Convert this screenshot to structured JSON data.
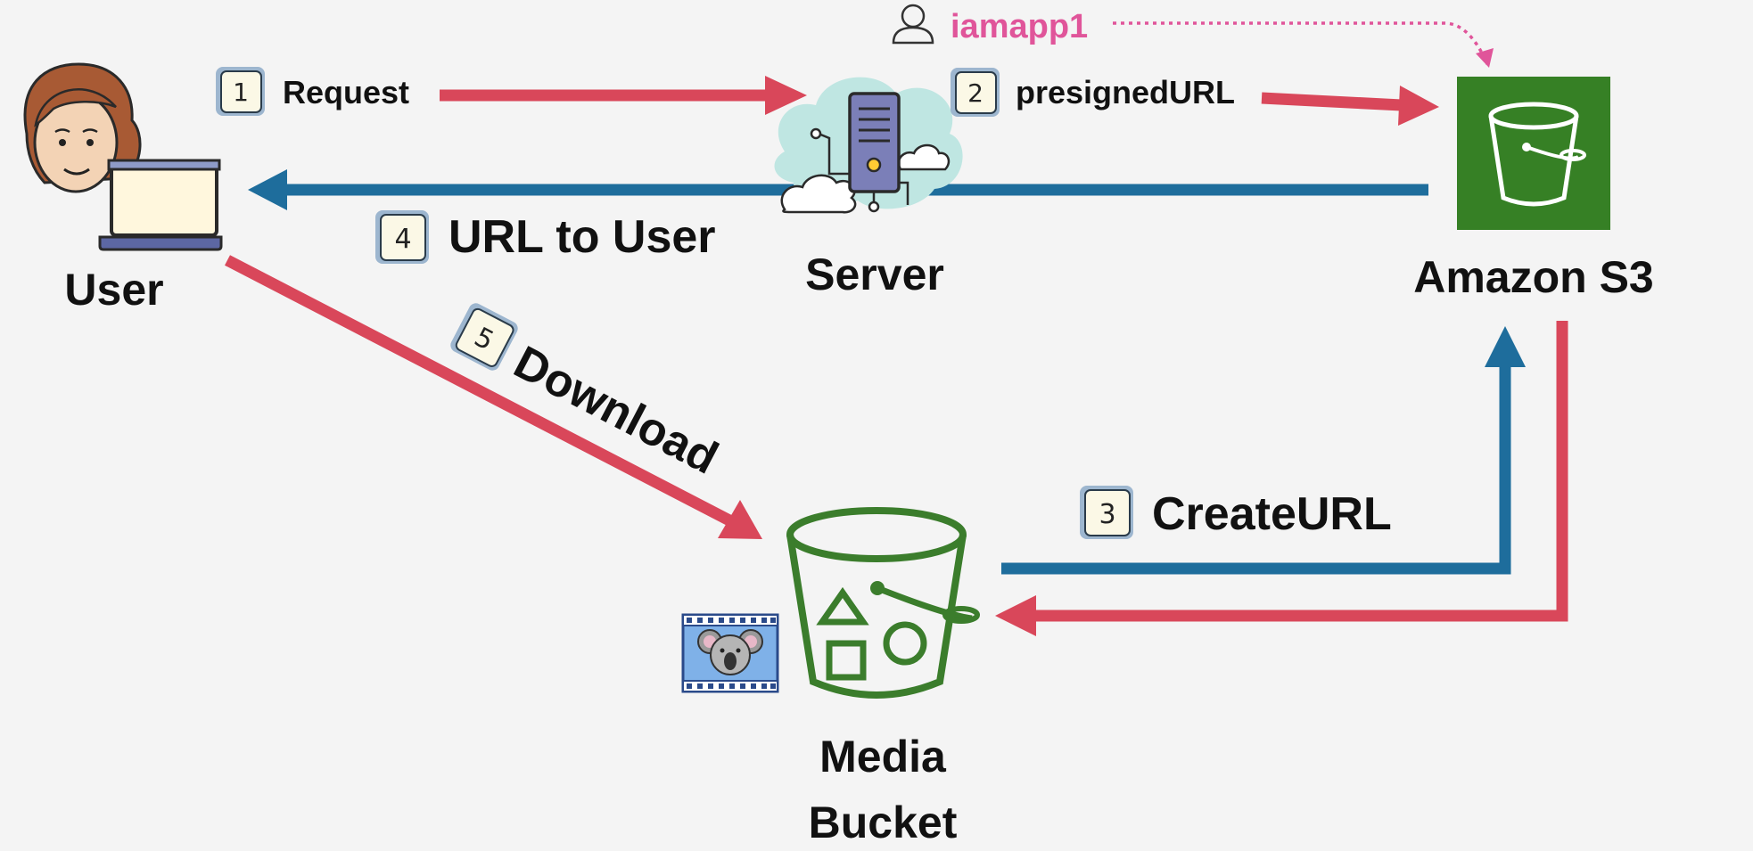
{
  "colors": {
    "red": "#d9475a",
    "blue": "#1e6d9c",
    "pink": "#e0559a",
    "s3_green": "#3d8b2a",
    "bucket_green": "#3b7d2c",
    "step_box_fill": "#fbf8e6",
    "step_box_stroke": "#4a6a8a"
  },
  "nodes": {
    "user": {
      "label": "User",
      "icon": "woman-with-laptop-icon"
    },
    "server": {
      "label": "Server",
      "icon": "server-cloud-icon"
    },
    "s3": {
      "label": "Amazon S3",
      "icon": "s3-bucket-icon"
    },
    "media": {
      "label_line1": "Media",
      "label_line2": "Bucket",
      "icon": "media-bucket-icon"
    },
    "iam_user": {
      "label": "iamapp1",
      "icon": "person-outline-icon"
    },
    "video": {
      "icon": "koala-film-strip-icon"
    }
  },
  "steps": [
    {
      "num": "1",
      "label": "Request"
    },
    {
      "num": "2",
      "label": "presignedURL"
    },
    {
      "num": "3",
      "label": "CreateURL"
    },
    {
      "num": "4",
      "label": "URL to User"
    },
    {
      "num": "5",
      "label": "Download"
    }
  ]
}
